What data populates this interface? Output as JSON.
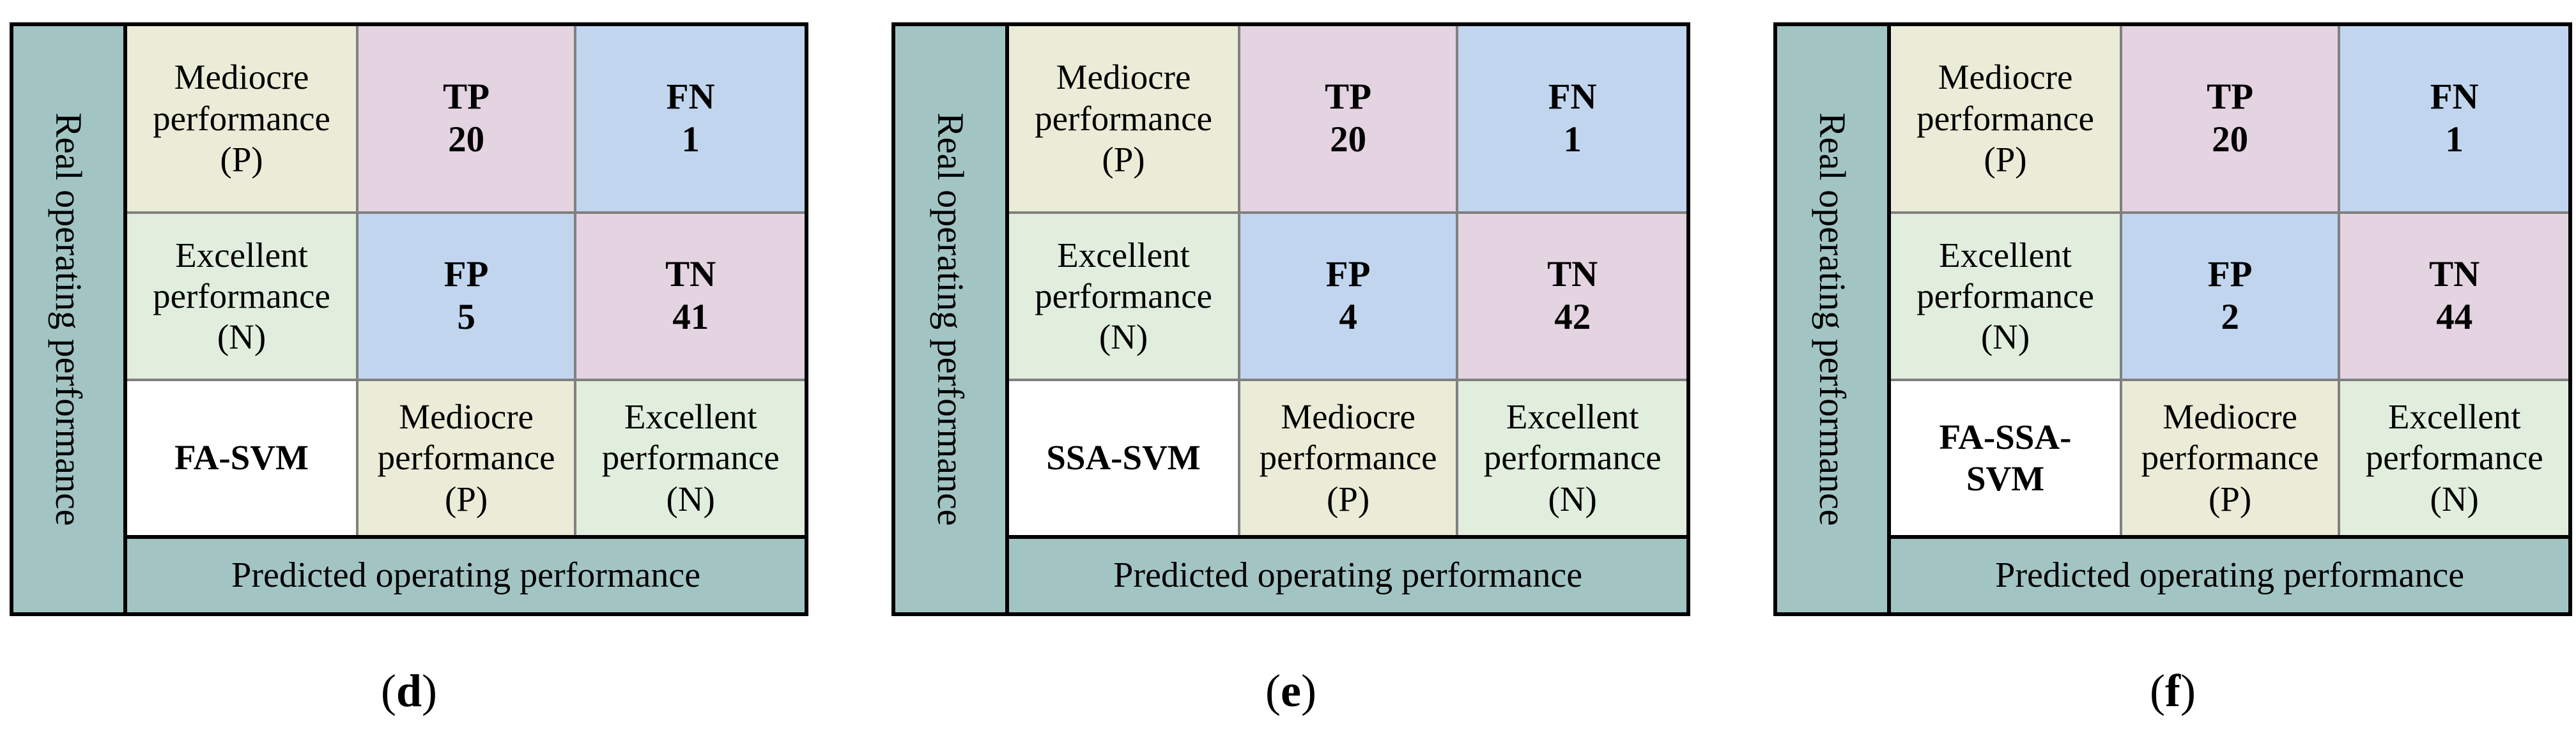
{
  "colors": {
    "axis_band_teal": "#a2c5c4",
    "actual_positive_beige": "#ebecd7",
    "actual_negative_green": "#e1eedd",
    "tp_tn_pink": "#e4d3e0",
    "fp_fn_blue": "#c1d5ee",
    "model_cell_white": "#ffffff",
    "grid_line_gray": "#808080",
    "outer_border_black": "#000000"
  },
  "axis": {
    "real": "Real operating performance",
    "predicted": "Predicted operating performance"
  },
  "class_labels": {
    "positive": "Mediocre\nperformance\n(P)",
    "negative": "Excellent\nperformance\n(N)"
  },
  "matrices": [
    {
      "caption_open": "(",
      "caption_letter": "d",
      "caption_close": ")",
      "model": "FA-SVM",
      "tp_abbr": "TP",
      "tp_value": "20",
      "fn_abbr": "FN",
      "fn_value": "1",
      "fp_abbr": "FP",
      "fp_value": "5",
      "tn_abbr": "TN",
      "tn_value": "41"
    },
    {
      "caption_open": "(",
      "caption_letter": "e",
      "caption_close": ")",
      "model": "SSA-SVM",
      "tp_abbr": "TP",
      "tp_value": "20",
      "fn_abbr": "FN",
      "fn_value": "1",
      "fp_abbr": "FP",
      "fp_value": "4",
      "tn_abbr": "TN",
      "tn_value": "42"
    },
    {
      "caption_open": "(",
      "caption_letter": "f",
      "caption_close": ")",
      "model": "FA-SSA-\nSVM",
      "tp_abbr": "TP",
      "tp_value": "20",
      "fn_abbr": "FN",
      "fn_value": "1",
      "fp_abbr": "FP",
      "fp_value": "2",
      "tn_abbr": "TN",
      "tn_value": "44"
    }
  ]
}
